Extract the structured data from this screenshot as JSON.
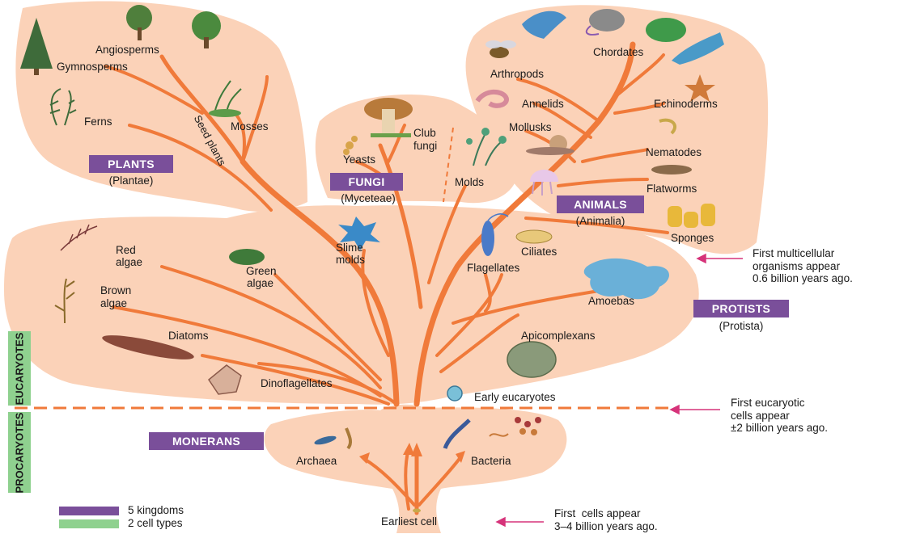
{
  "kingdoms": {
    "plants": {
      "name": "PLANTS",
      "latin": "(Plantae)"
    },
    "fungi": {
      "name": "FUNGI",
      "latin": "(Myceteae)"
    },
    "animals": {
      "name": "ANIMALS",
      "latin": "(Animalia)"
    },
    "protists": {
      "name": "PROTISTS",
      "latin": "(Protista)"
    },
    "monerans": {
      "name": "MONERANS"
    }
  },
  "groups": {
    "angiosperms": "Angiosperms",
    "gymnosperms": "Gymnosperms",
    "ferns": "Ferns",
    "mosses": "Mosses",
    "seed_plants": "Seed plants",
    "club_fungi_1": "Club",
    "club_fungi_2": "fungi",
    "yeasts": "Yeasts",
    "molds": "Molds",
    "chordates": "Chordates",
    "arthropods": "Arthropods",
    "annelids": "Annelids",
    "echinoderms": "Echinoderms",
    "mollusks": "Mollusks",
    "nematodes": "Nematodes",
    "flatworms": "Flatworms",
    "sponges": "Sponges",
    "red_algae_1": "Red",
    "red_algae_2": "algae",
    "slime_molds_1": "Slime",
    "slime_molds_2": "molds",
    "green_algae_1": "Green",
    "green_algae_2": "algae",
    "ciliates": "Ciliates",
    "flagellates": "Flagellates",
    "brown_algae_1": "Brown",
    "brown_algae_2": "algae",
    "amoebas": "Amoebas",
    "diatoms": "Diatoms",
    "apicomplexans": "Apicomplexans",
    "dinoflagellates": "Dinoflagellates",
    "early_eucaryotes": "Early eucaryotes",
    "archaea": "Archaea",
    "bacteria": "Bacteria",
    "earliest_cell": "Earliest cell"
  },
  "cell_types": {
    "eucaryotes": "EUCARYOTES",
    "procaryotes": "PROCARYOTES"
  },
  "annotations": {
    "multicellular": [
      "First multicellular",
      "organisms appear",
      "0.6 billion years ago."
    ],
    "eucaryotic": [
      "First eucaryotic",
      "cells appear",
      "±2 billion years ago."
    ],
    "first_cells": [
      "First  cells appear",
      "3–4 billion years ago."
    ]
  },
  "legend": {
    "kingdoms_label": "5 kingdoms",
    "cell_types_label": "2 cell types"
  },
  "colors": {
    "region_fill": "#fbd2b8",
    "branch": "#f07a3a",
    "kingdom_box": "#7a4f9a",
    "cell_type_bar": "#8fd18f",
    "divider": "#f07a3a",
    "arrow": "#d6337a"
  }
}
